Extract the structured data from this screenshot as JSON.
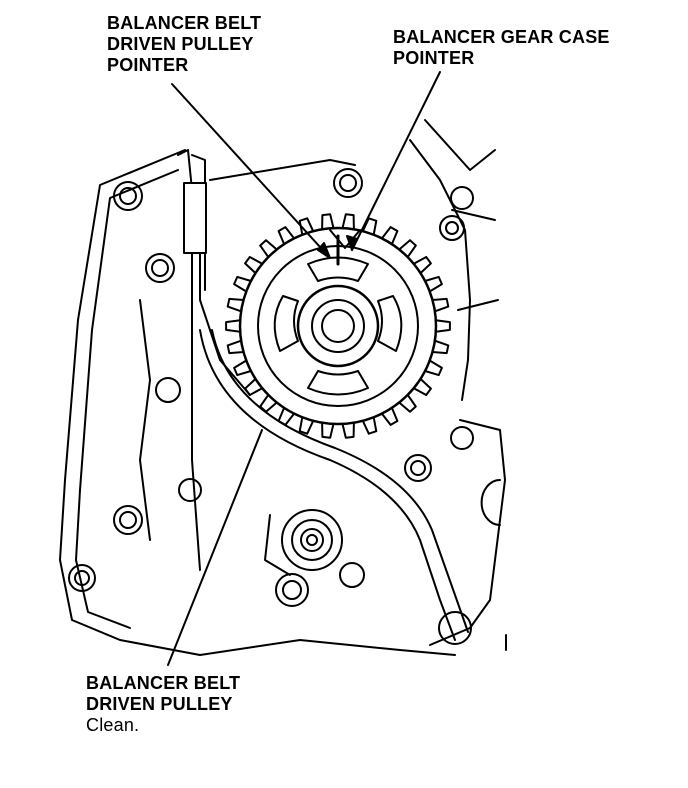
{
  "labels": {
    "belt_pulley_pointer": [
      "BALANCER BELT",
      "DRIVEN PULLEY",
      "POINTER"
    ],
    "gear_case_pointer": [
      "BALANCER GEAR CASE",
      "POINTER"
    ],
    "belt_pulley": [
      "BALANCER BELT",
      "DRIVEN PULLEY"
    ],
    "belt_pulley_note": "Clean."
  },
  "colors": {
    "ink": "#000000",
    "paper": "#ffffff"
  }
}
